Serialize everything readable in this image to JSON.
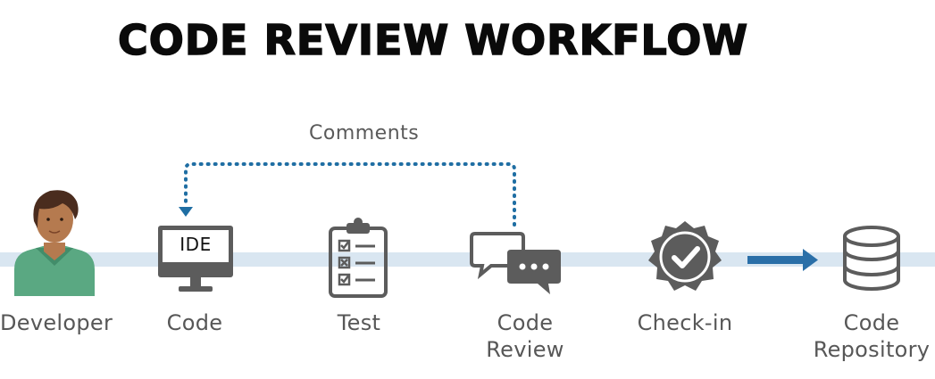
{
  "title": "CODE REVIEW WORKFLOW",
  "loop_label": "Comments",
  "steps": [
    {
      "label": "Developer",
      "icon": "developer-avatar"
    },
    {
      "label": "Code",
      "icon": "ide-monitor-icon",
      "screen_text": "IDE"
    },
    {
      "label": "Test",
      "icon": "clipboard-checklist-icon"
    },
    {
      "label": "Code\nReview",
      "icon": "chat-bubbles-icon"
    },
    {
      "label": "Check-in",
      "icon": "check-badge-icon"
    },
    {
      "label": "Code\nRepository",
      "icon": "database-icon"
    }
  ],
  "colors": {
    "band": "#d9e6f1",
    "icon_gray": "#5c5c5c",
    "accent_blue": "#2a6fa8",
    "dotted_blue": "#1f6ea3",
    "avatar_shirt": "#5aa882",
    "avatar_skin": "#b57a4f",
    "avatar_hair": "#4a2c1e"
  }
}
